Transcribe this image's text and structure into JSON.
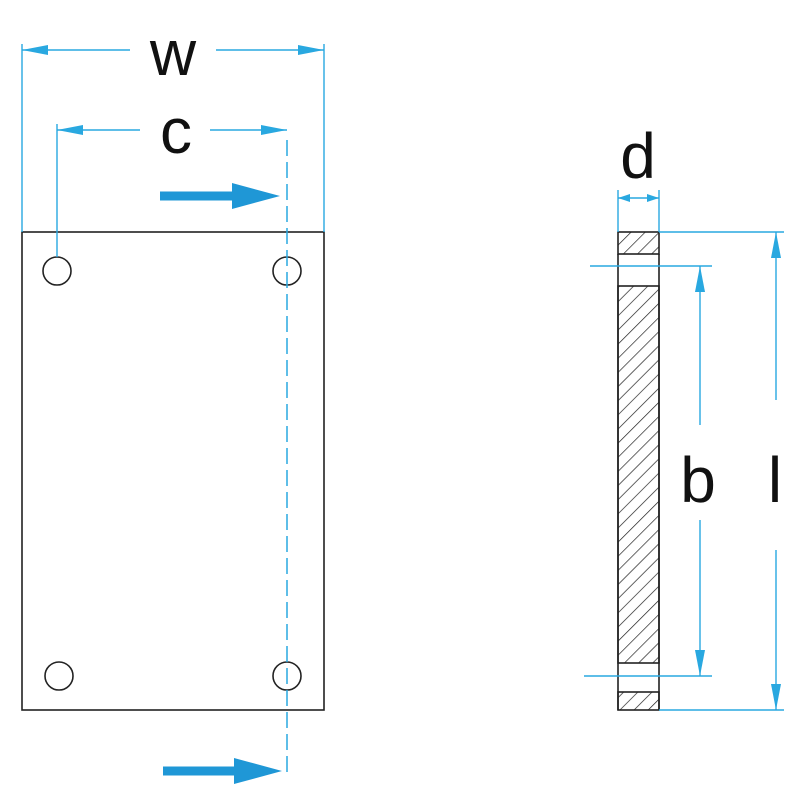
{
  "labels": {
    "width": "w",
    "hole_spacing": "c",
    "thickness": "d",
    "hole_span": "b",
    "length": "l"
  },
  "colors": {
    "outline": "#222222",
    "dimension": "#29a8e0",
    "arrow": "#1f97d6",
    "text": "#111111"
  }
}
